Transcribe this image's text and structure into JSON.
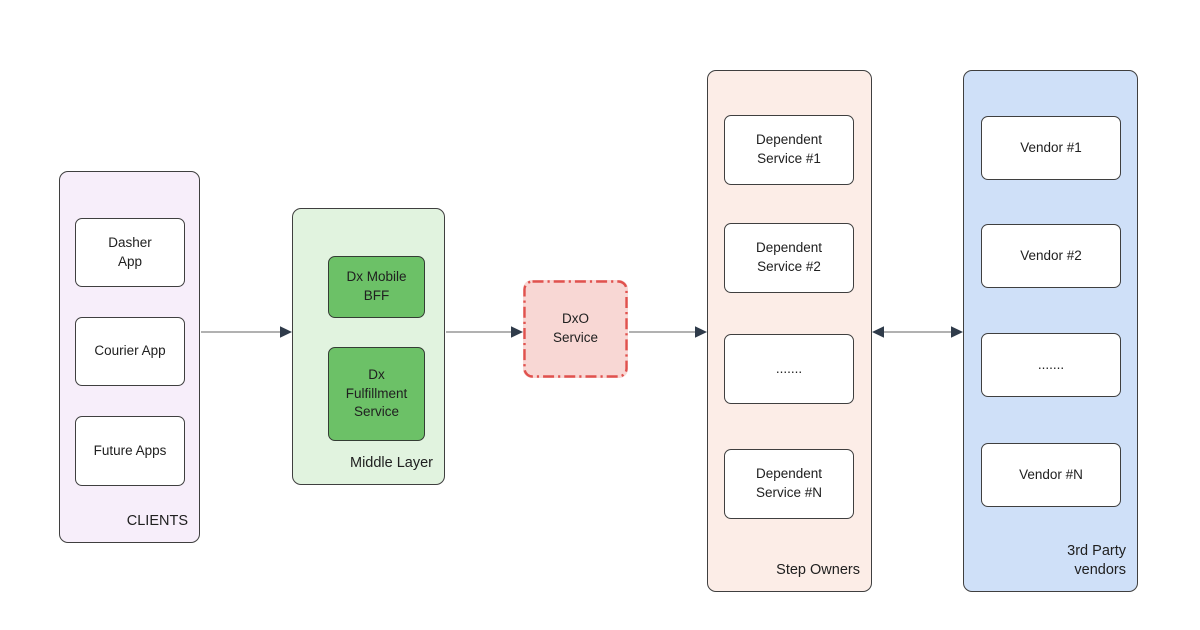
{
  "groups": {
    "clients": {
      "label": "CLIENTS",
      "items": [
        "Dasher\nApp",
        "Courier App",
        "Future Apps"
      ]
    },
    "middle_layer": {
      "label": "Middle Layer",
      "items": [
        "Dx Mobile\nBFF",
        "Dx\nFulfillment\nService"
      ]
    },
    "step_owners": {
      "label": "Step Owners",
      "items": [
        "Dependent\nService #1",
        "Dependent\nService #2",
        ".......",
        "Dependent\nService #N"
      ]
    },
    "third_party_vendors": {
      "label": "3rd Party\nvendors",
      "items": [
        "Vendor #1",
        "Vendor #2",
        ".......",
        "Vendor #N"
      ]
    }
  },
  "nodes": {
    "dxo_service": {
      "label": "DxO\nService"
    }
  },
  "colors": {
    "edge": "#3f3f3f",
    "text": "#202020",
    "node_bg": "#ffffff",
    "clients_bg": "#f7eefa",
    "middle_bg": "#e1f3df",
    "service_green": "#6cc167",
    "dxo_bg": "#f8d7d4",
    "dxo_border": "#e0524e",
    "step_bg": "#fcede7",
    "vendor_bg": "#cfe0f8",
    "arrow_line": "#979797",
    "arrow_head": "#2f3b4a"
  }
}
